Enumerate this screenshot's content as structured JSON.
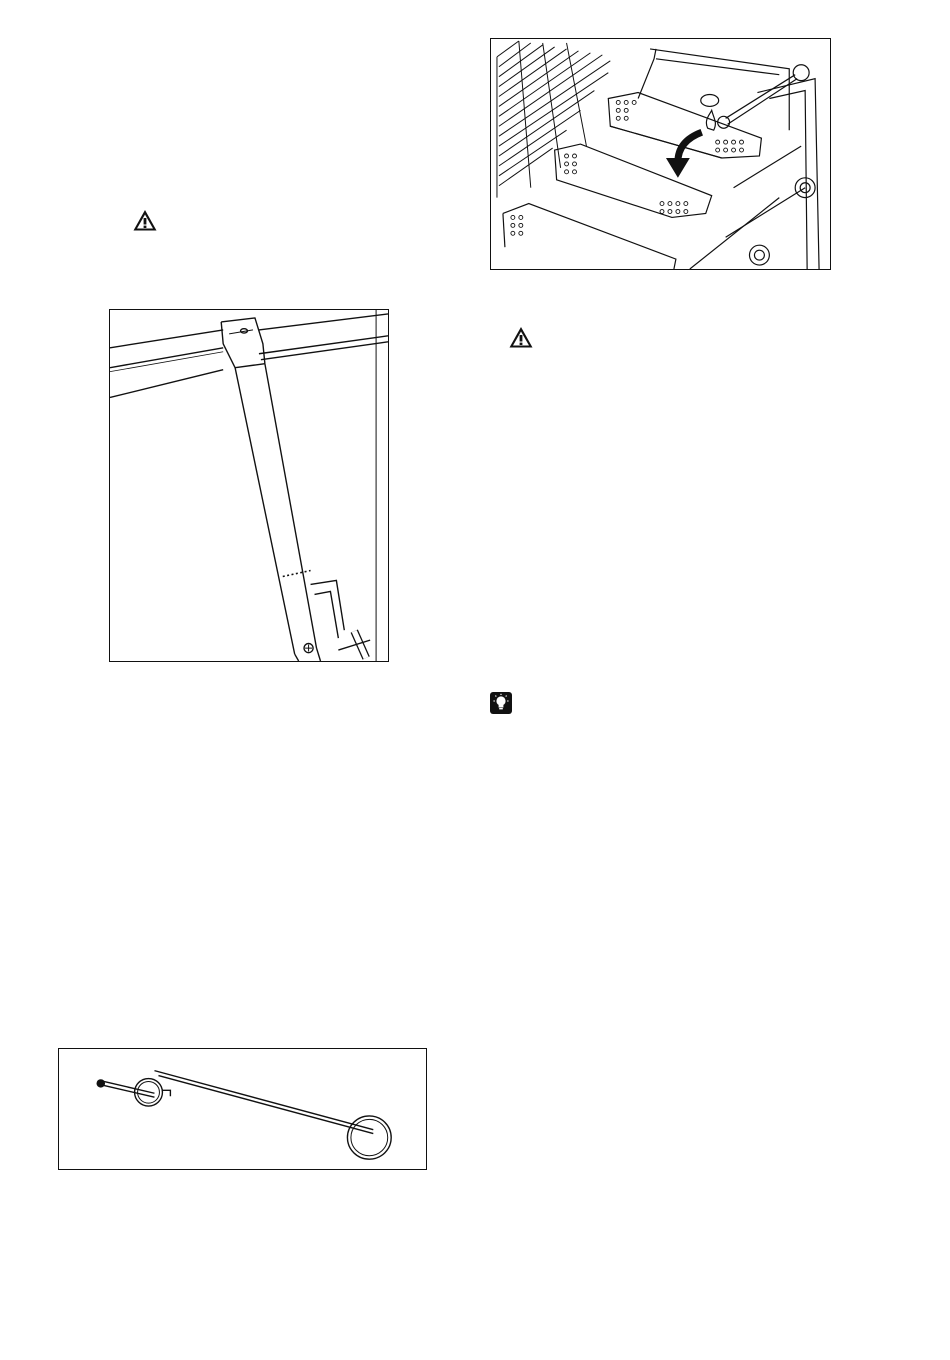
{
  "icons": {
    "warning_left": "warning-triangle-icon",
    "warning_right": "warning-triangle-icon",
    "tip": "lightbulb-tip-icon"
  },
  "figures": {
    "burner_tube": "burner-tube-illustration",
    "heat_shields": "heat-shield-installation-illustration",
    "ignition_wire": "match-holder-wire-illustration"
  }
}
